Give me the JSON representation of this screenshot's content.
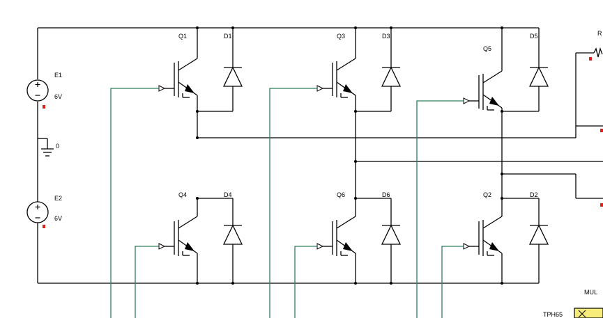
{
  "sources": [
    {
      "name": "E1",
      "value": "6V"
    },
    {
      "name": "E2",
      "value": "6V"
    }
  ],
  "ground_label": "0",
  "transistors": {
    "top": [
      "Q1",
      "Q3",
      "Q5"
    ],
    "bottom": [
      "Q4",
      "Q6",
      "Q2"
    ]
  },
  "diodes": {
    "top": [
      "D1",
      "D3",
      "D5"
    ],
    "bottom": [
      "D4",
      "D6",
      "D2"
    ]
  },
  "partial_labels": {
    "resistor": "R",
    "probe": "TPH65",
    "mul": "MUL"
  },
  "colors": {
    "wire": "#000000",
    "gate_wire": "#2e7d5b",
    "terminal_marker": "#e0201e",
    "probe_fill": "#f7ec7a"
  }
}
